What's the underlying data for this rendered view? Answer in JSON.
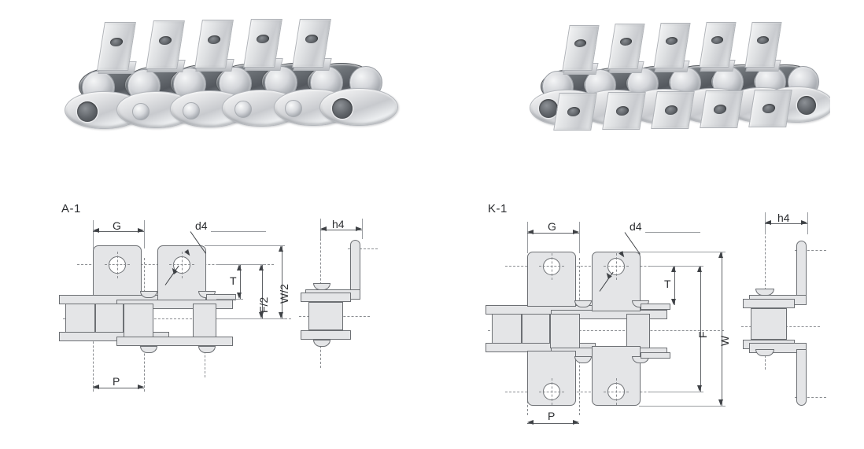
{
  "page": {
    "background_color": "#ffffff",
    "description": "Roller chain with attachments - product photos and engineering dimension drawings"
  },
  "photos": [
    {
      "id": "photo-a1",
      "alt": "Stainless steel roller chain with A-1 single-side bent attachment tabs",
      "attachment_count": 5,
      "attachment_side": "one-side"
    },
    {
      "id": "photo-k1",
      "alt": "Stainless steel roller chain with K-1 double-side bent attachment tabs",
      "attachment_count_top": 5,
      "attachment_count_bottom": 5,
      "attachment_side": "both-sides"
    }
  ],
  "drawings": [
    {
      "id": "drawing-a1",
      "title": "A-1",
      "dimensions": {
        "g": "G",
        "d4": "d4",
        "t": "T",
        "f_half": "F/2",
        "w_half": "W/2",
        "p": "P",
        "h4": "h4"
      }
    },
    {
      "id": "drawing-k1",
      "title": "K-1",
      "dimensions": {
        "g": "G",
        "d4": "d4",
        "t": "T",
        "f": "F",
        "w": "W",
        "p": "P",
        "h4": "h4"
      }
    }
  ],
  "colors": {
    "part_fill": "#e4e5e7",
    "part_stroke": "#6d7074",
    "dimension_line": "#5f6266",
    "center_line": "#8a8d91",
    "label_text": "#2b2d30",
    "metal_light": "#eceef0",
    "metal_dark": "#5d6167"
  }
}
